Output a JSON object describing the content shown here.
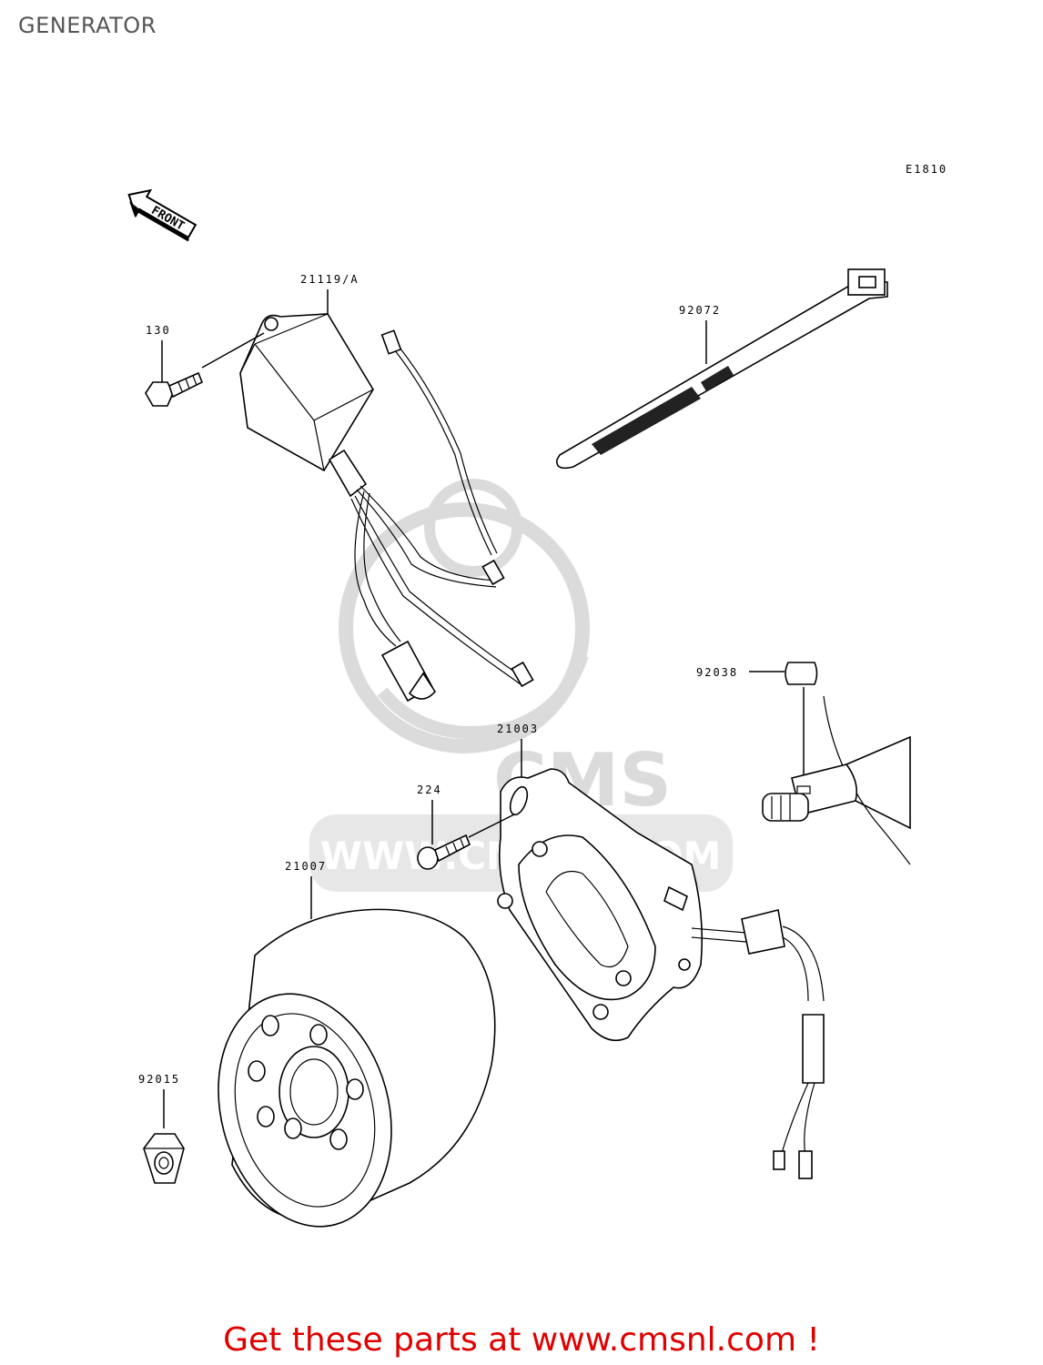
{
  "page": {
    "title": "GENERATOR"
  },
  "diagram": {
    "code": "E1810",
    "front_label": "FRONT",
    "watermark": {
      "brand": "CMS",
      "url": "WWW.CMSNL.COM"
    },
    "parts": [
      {
        "id": "21119/A",
        "name": "igniter"
      },
      {
        "id": "130",
        "name": "bolt"
      },
      {
        "id": "92072",
        "name": "band"
      },
      {
        "id": "92038",
        "name": "key"
      },
      {
        "id": "21003",
        "name": "stator"
      },
      {
        "id": "224",
        "name": "screw"
      },
      {
        "id": "21007",
        "name": "flywheel"
      },
      {
        "id": "92015",
        "name": "nut"
      }
    ]
  },
  "footer": {
    "text": "Get these parts at www.cmsnl.com !"
  },
  "colors": {
    "footer": "#e00000",
    "title": "#555555",
    "watermark": "#d8d8d8"
  }
}
